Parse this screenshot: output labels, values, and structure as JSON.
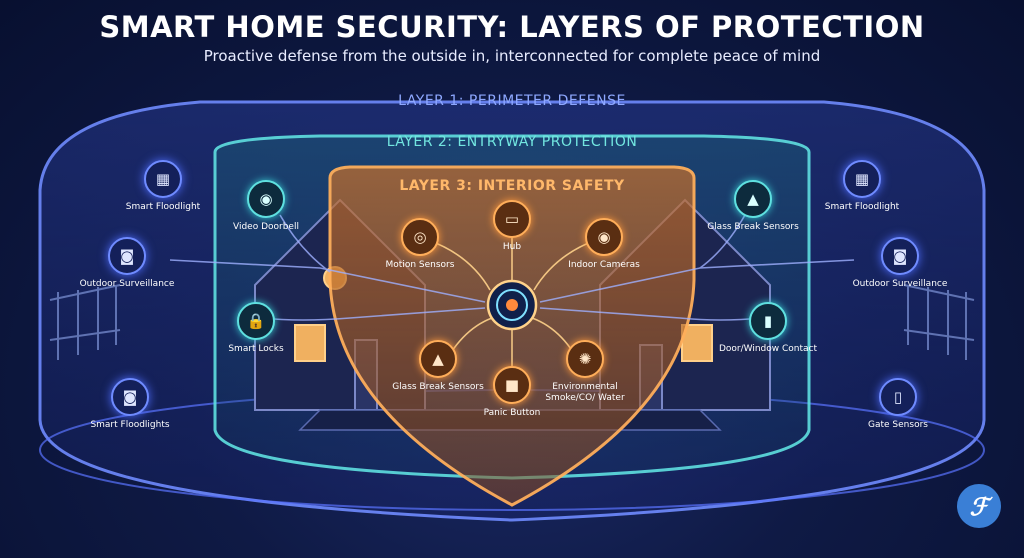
{
  "header": {
    "title": "SMART HOME SECURITY: LAYERS OF PROTECTION",
    "subtitle": "Proactive defense from the outside in, interconnected for complete peace of mind"
  },
  "layers": {
    "layer1": "LAYER 1: PERIMETER DEFENSE",
    "layer2": "LAYER 2: ENTRYWAY PROTECTION",
    "layer3": "LAYER 3: INTERIOR SAFETY"
  },
  "colors": {
    "perimeter": "#6f8bff",
    "entryway": "#5fe0e0",
    "interior": "#ffae5a",
    "background": "#0f1a45"
  },
  "devices": {
    "left_floodlight": {
      "label": "Smart Floodlight",
      "icon": "floodlight-icon"
    },
    "left_surveillance": {
      "label": "Outdoor Surveillance",
      "icon": "camera-icon"
    },
    "left_floodlights": {
      "label": "Smart Floodlights",
      "icon": "camera-icon"
    },
    "video_doorbell": {
      "label": "Video Doorbell",
      "icon": "doorbell-icon"
    },
    "smart_locks": {
      "label": "Smart Locks",
      "icon": "lock-icon"
    },
    "right_glass_break": {
      "label": "Glass Break Sensors",
      "icon": "alarm-icon"
    },
    "door_window": {
      "label": "Door/Window Contact",
      "icon": "contact-sensor-icon"
    },
    "right_floodlight": {
      "label": "Smart Floodlight",
      "icon": "floodlight-icon"
    },
    "right_surveillance": {
      "label": "Outdoor Surveillance",
      "icon": "camera-icon"
    },
    "gate_sensors": {
      "label": "Gate Sensors",
      "icon": "gate-sensor-icon"
    },
    "hub": {
      "label": "Hub",
      "icon": "tablet-icon"
    },
    "motion": {
      "label": "Motion Sensors",
      "icon": "motion-sensor-icon"
    },
    "indoor_cameras": {
      "label": "Indoor Cameras",
      "icon": "webcam-icon"
    },
    "inner_glass_break": {
      "label": "Glass Break Sensors",
      "icon": "alarm-icon"
    },
    "panic": {
      "label": "Panic Button",
      "icon": "panic-button-icon"
    },
    "environmental": {
      "label": "Environmental Smoke/CO/ Water",
      "icon": "smoke-icon"
    }
  },
  "logo": {
    "glyph": "ℱ"
  }
}
